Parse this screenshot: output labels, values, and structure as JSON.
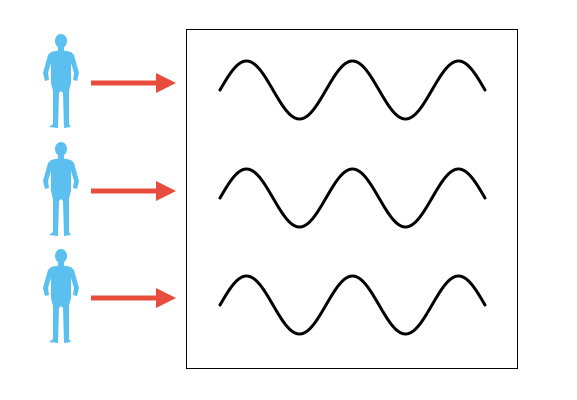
{
  "diagram": {
    "row_count": 3,
    "rows": [
      {
        "person_icon": "person-standing-icon",
        "arrow_icon": "arrow-right-icon",
        "signal": "sine-wave",
        "cycles": 2.5
      },
      {
        "person_icon": "person-standing-icon",
        "arrow_icon": "arrow-right-icon",
        "signal": "sine-wave",
        "cycles": 2.5
      },
      {
        "person_icon": "person-standing-icon",
        "arrow_icon": "arrow-right-icon",
        "signal": "sine-wave",
        "cycles": 2.5
      }
    ],
    "colors": {
      "person": "#5bc0f0",
      "arrow": "#e74c3c",
      "wave": "#000000",
      "frame": "#000000",
      "background": "#ffffff"
    }
  }
}
